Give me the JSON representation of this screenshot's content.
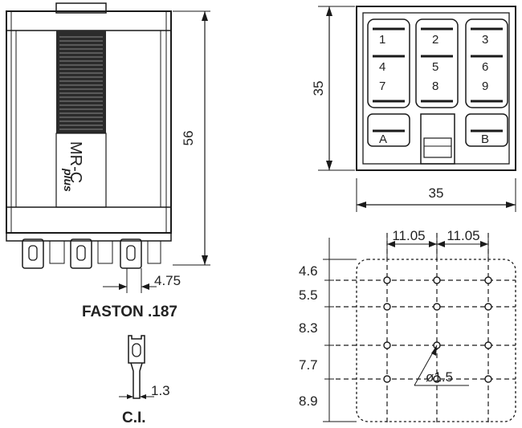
{
  "relay": {
    "brand_line1": "MR-C",
    "brand_line2": "plus",
    "height_dim": "56",
    "pitch_dim": "4.75",
    "faston_label": "FASTON .187",
    "ci_dim": "1.3",
    "ci_label": "C.I."
  },
  "top_view": {
    "height_dim": "35",
    "width_dim": "35",
    "pins": [
      "1",
      "2",
      "3",
      "4",
      "5",
      "6",
      "7",
      "8",
      "9"
    ],
    "coil_a": "A",
    "coil_b": "B"
  },
  "footprint": {
    "h_dims": [
      "11.05",
      "11.05"
    ],
    "v_dims": [
      "4.6",
      "5.5",
      "8.3",
      "7.7",
      "8.9"
    ],
    "hole_dia": "ø1.5"
  }
}
